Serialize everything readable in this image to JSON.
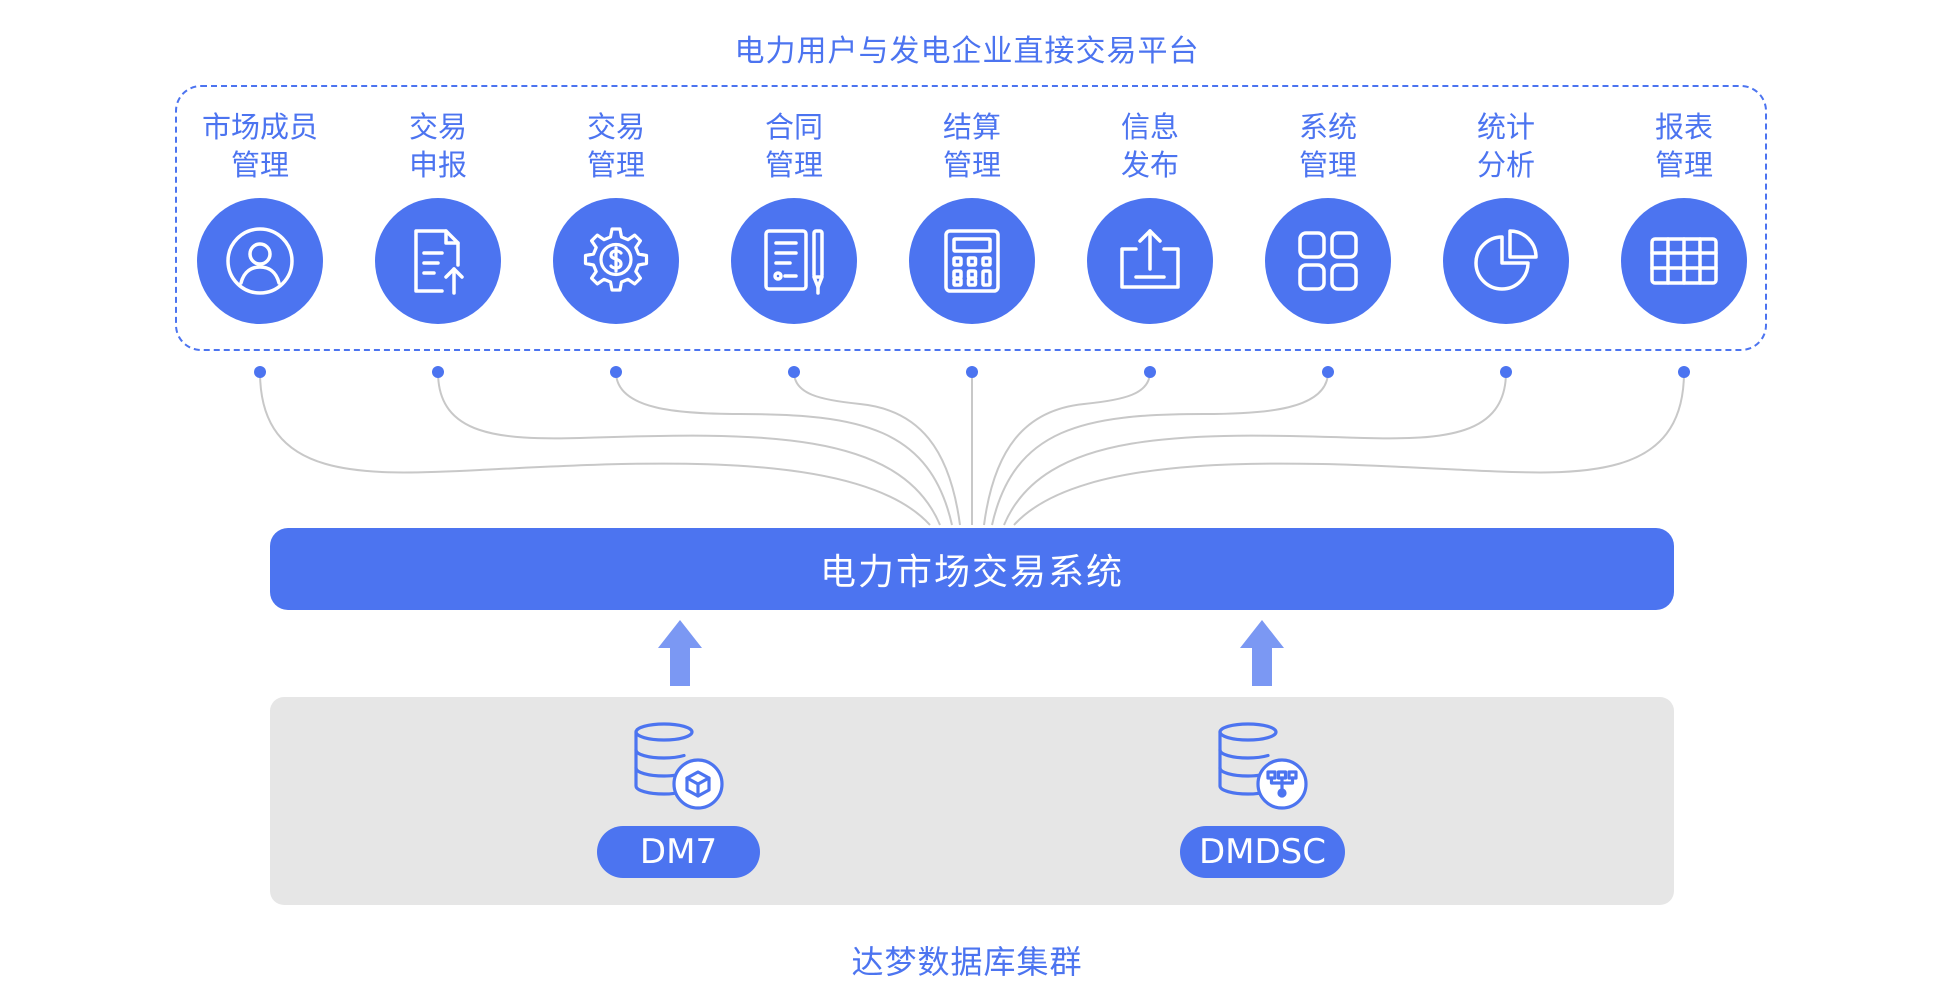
{
  "platform": {
    "title": "电力用户与发电企业直接交易平台"
  },
  "modules": [
    {
      "line1": "市场成员",
      "line2": "管理",
      "icon": "user-icon"
    },
    {
      "line1": "交易",
      "line2": "申报",
      "icon": "document-upload-icon"
    },
    {
      "line1": "交易",
      "line2": "管理",
      "icon": "gear-dollar-icon"
    },
    {
      "line1": "合同",
      "line2": "管理",
      "icon": "contract-pen-icon"
    },
    {
      "line1": "结算",
      "line2": "管理",
      "icon": "calculator-icon"
    },
    {
      "line1": "信息",
      "line2": "发布",
      "icon": "upload-tray-icon"
    },
    {
      "line1": "系统",
      "line2": "管理",
      "icon": "grid-apps-icon"
    },
    {
      "line1": "统计",
      "line2": "分析",
      "icon": "pie-chart-icon"
    },
    {
      "line1": "报表",
      "line2": "管理",
      "icon": "table-icon"
    }
  ],
  "system": {
    "label": "电力市场交易系统"
  },
  "databases": [
    {
      "label": "DM7",
      "icon": "database-cube-icon"
    },
    {
      "label": "DMDSC",
      "icon": "database-cluster-icon"
    }
  ],
  "cluster": {
    "title": "达梦数据库集群"
  },
  "colors": {
    "primary": "#4c74f0",
    "arrow": "#7b98f3",
    "cluster_bg": "#e6e6e6",
    "connector": "#c8c8c8"
  }
}
